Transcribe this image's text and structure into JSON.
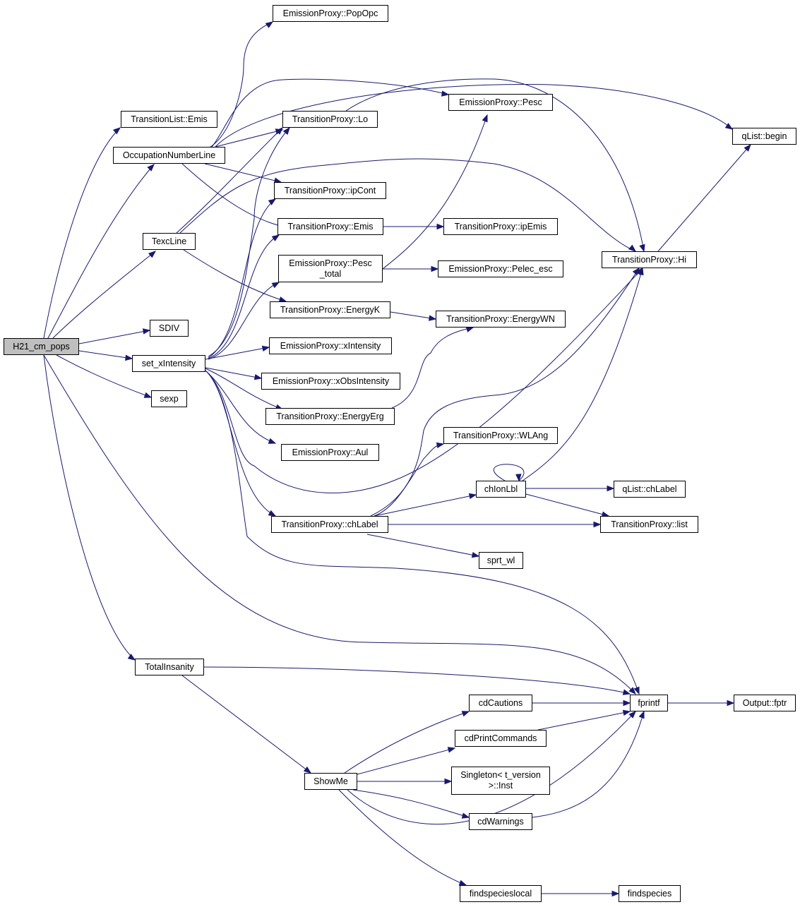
{
  "nodes": {
    "h21_cm_pops": "H21_cm_pops",
    "emis_popopc": "EmissionProxy::PopOpc",
    "translist_emis": "TransitionList::Emis",
    "emis_pesc": "EmissionProxy::Pesc",
    "trans_lo": "TransitionProxy::Lo",
    "qlist_begin": "qList::begin",
    "occnumline": "OccupationNumberLine",
    "trans_ipcont": "TransitionProxy::ipCont",
    "trans_emis": "TransitionProxy::Emis",
    "trans_ipemis": "TransitionProxy::ipEmis",
    "texcline": "TexcLine",
    "emis_pesc_total_1": "EmissionProxy::Pesc",
    "emis_pesc_total_2": "_total",
    "emis_pelec_esc": "EmissionProxy::Pelec_esc",
    "trans_hi": "TransitionProxy::Hi",
    "trans_energyk": "TransitionProxy::EnergyK",
    "trans_energywn": "TransitionProxy::EnergyWN",
    "sdiv": "SDIV",
    "emis_xintensity": "EmissionProxy::xIntensity",
    "set_xintensity": "set_xIntensity",
    "emis_xobsintensity": "EmissionProxy::xObsIntensity",
    "sexp": "sexp",
    "trans_energyerg": "TransitionProxy::EnergyErg",
    "trans_wlang": "TransitionProxy::WLAng",
    "emis_aul": "EmissionProxy::Aul",
    "chionlbl": "chIonLbl",
    "qlist_chlabel": "qList::chLabel",
    "trans_chlabel": "TransitionProxy::chLabel",
    "trans_list": "TransitionProxy::list",
    "sprt_wl": "sprt_wl",
    "totalinsanity": "TotalInsanity",
    "cdcautions": "cdCautions",
    "fprintf": "fprintf",
    "output_fptr": "Output::fptr",
    "cdprintcommands": "cdPrintCommands",
    "singleton_1": "Singleton< t_version",
    "singleton_2": ">::Inst",
    "showme": "ShowMe",
    "cdwarnings": "cdWarnings",
    "findspecieslocal": "findspecieslocal",
    "findspecies": "findspecies"
  },
  "colors": {
    "edge": "#191970",
    "root_fill": "#bfbfbf",
    "node_border": "#000000"
  }
}
